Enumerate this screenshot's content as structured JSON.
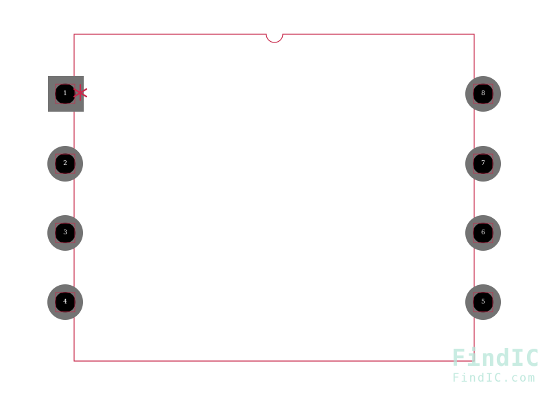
{
  "colors": {
    "outline": "#c8284a",
    "pad": "#737373",
    "drill": "#000000",
    "pin_text": "#ffffff",
    "watermark": "#b7e6d9"
  },
  "pins": {
    "p1": "1",
    "p2": "2",
    "p3": "3",
    "p4": "4",
    "p5": "5",
    "p6": "6",
    "p7": "7",
    "p8": "8"
  },
  "pin1_marker": "*",
  "watermark": {
    "logo": "FindIC",
    "url": "FindIC.com"
  }
}
